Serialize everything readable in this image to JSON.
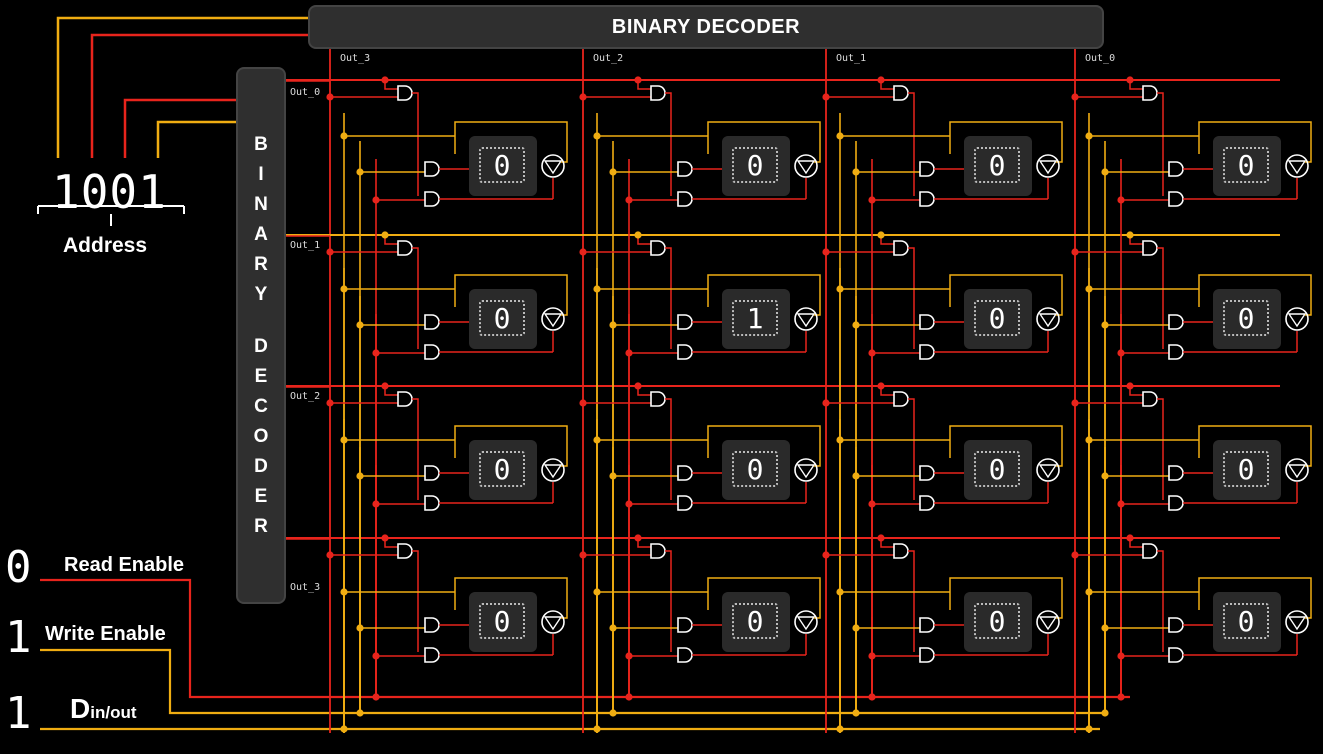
{
  "top_decoder": {
    "label": "BINARY DECODER",
    "outputs": [
      "Out_3",
      "Out_2",
      "Out_1",
      "Out_0"
    ]
  },
  "left_decoder": {
    "letters": [
      "B",
      "I",
      "N",
      "A",
      "R",
      "Y",
      "",
      "D",
      "E",
      "C",
      "O",
      "D",
      "E",
      "R"
    ],
    "outputs": [
      "Out_0",
      "Out_1",
      "Out_2",
      "Out_3"
    ]
  },
  "address": {
    "value": "1001",
    "label": "Address"
  },
  "controls": {
    "read_enable": {
      "value": "0",
      "label": "Read Enable"
    },
    "write_enable": {
      "value": "1",
      "label": "Write Enable"
    },
    "data": {
      "value": "1",
      "label_main": "D",
      "label_sub": "in/out"
    }
  },
  "cells": [
    [
      "0",
      "0",
      "0",
      "0"
    ],
    [
      "0",
      "1",
      "0",
      "0"
    ],
    [
      "0",
      "0",
      "0",
      "0"
    ],
    [
      "0",
      "0",
      "0",
      "0"
    ]
  ],
  "colors": {
    "red": "#e8241c",
    "yellow": "#f0ad12",
    "panel": "#2f2f2f"
  }
}
